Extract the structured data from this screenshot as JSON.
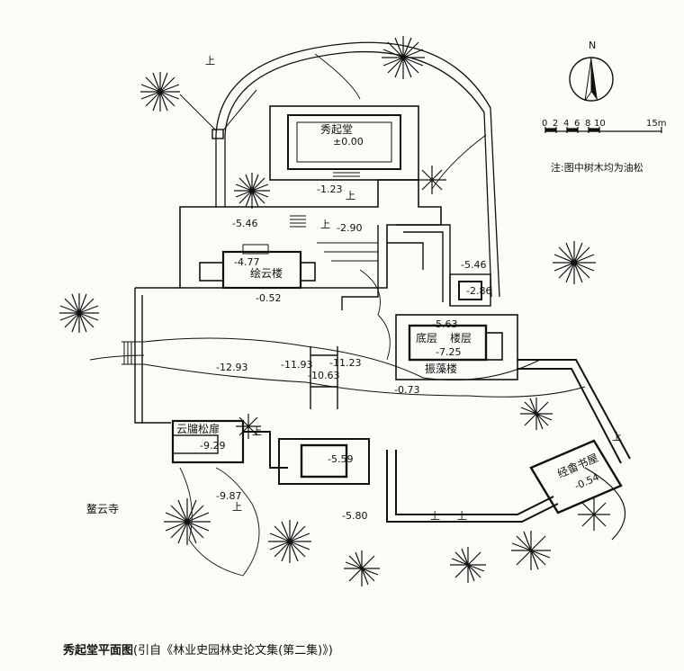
{
  "caption": {
    "title": "秀起堂平面图",
    "source": "(引自《林业史园林史论文集(第二集)》)"
  },
  "legend": {
    "note": "注:图中树木均为油松",
    "north_label": "N",
    "scale_ticks": [
      "0",
      "2",
      "4",
      "6",
      "8",
      "10",
      "15m"
    ]
  },
  "rooms": {
    "xiuqitang": "秀起堂",
    "huiyunlou": "绘云楼",
    "diceng": "底层",
    "louceng": "楼层",
    "zhenzaolou": "振藻楼",
    "yuntengsongshan": "云牖松扉",
    "jingyanshuwu": "经畬书屋",
    "aoyunsi": "鳌云寺"
  },
  "elevations": {
    "e0": "±0.00",
    "e1": "-1.23",
    "e2": "-2.90",
    "e3": "-5.46",
    "e4": "-4.77",
    "e5": "-0.52",
    "e6": "-5.46",
    "e7": "-2.86",
    "e8": "-5.63",
    "e9": "-7.25",
    "e10": "-12.93",
    "e11": "-11.93",
    "e12": "-11.23",
    "e13": "-10.63",
    "e14": "-0.73",
    "e15": "-9.29",
    "e16": "-5.59",
    "e17": "-9.87",
    "e18": "-5.80",
    "e19": "-0.54"
  },
  "stairs": {
    "s1": "上",
    "s2": "上",
    "s3": "上",
    "s4": "上",
    "s5": "上",
    "s6": "上",
    "s7": "上",
    "s8": "上"
  }
}
